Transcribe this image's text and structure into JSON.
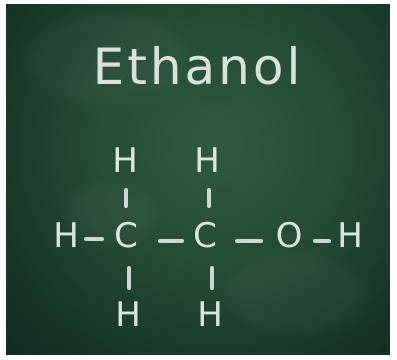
{
  "title": "Ethanol",
  "atoms": {
    "h_left": "H",
    "c1": "C",
    "c2": "C",
    "o": "O",
    "h_right": "H",
    "h_c1_top": "H",
    "h_c1_bottom": "H",
    "h_c2_top": "H",
    "h_c2_bottom": "H"
  },
  "colors": {
    "board": "#234a34",
    "chalk": "#eef3ee"
  }
}
